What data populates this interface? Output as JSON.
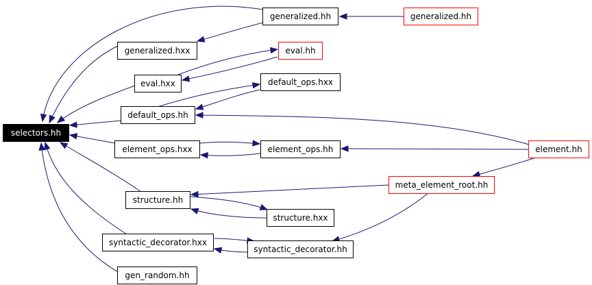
{
  "nodes": [
    {
      "id": "selectors_hh",
      "label": "selectors.hh",
      "kind": "root"
    },
    {
      "id": "generalized_hh",
      "label": "generalized.hh",
      "kind": "local"
    },
    {
      "id": "generalized_hh_ext",
      "label": "generalized.hh",
      "kind": "external"
    },
    {
      "id": "generalized_hxx",
      "label": "generalized.hxx",
      "kind": "local"
    },
    {
      "id": "eval_hh",
      "label": "eval.hh",
      "kind": "external"
    },
    {
      "id": "eval_hxx",
      "label": "eval.hxx",
      "kind": "local"
    },
    {
      "id": "default_ops_hxx",
      "label": "default_ops.hxx",
      "kind": "local"
    },
    {
      "id": "default_ops_hh",
      "label": "default_ops.hh",
      "kind": "local"
    },
    {
      "id": "element_ops_hxx",
      "label": "element_ops.hxx",
      "kind": "local"
    },
    {
      "id": "element_ops_hh",
      "label": "element_ops.hh",
      "kind": "local"
    },
    {
      "id": "element_hh",
      "label": "element.hh",
      "kind": "external"
    },
    {
      "id": "meta_element_root_hh",
      "label": "meta_element_root.hh",
      "kind": "external"
    },
    {
      "id": "structure_hh",
      "label": "structure.hh",
      "kind": "local"
    },
    {
      "id": "structure_hxx",
      "label": "structure.hxx",
      "kind": "local"
    },
    {
      "id": "syntactic_decorator_hxx",
      "label": "syntactic_decorator.hxx",
      "kind": "local"
    },
    {
      "id": "syntactic_decorator_hh",
      "label": "syntactic_decorator.hh",
      "kind": "local"
    },
    {
      "id": "gen_random_hh",
      "label": "gen_random.hh",
      "kind": "local"
    }
  ],
  "edges": [
    {
      "from": "generalized_hh",
      "to": "selectors_hh"
    },
    {
      "from": "generalized_hh",
      "to": "generalized_hxx"
    },
    {
      "from": "generalized_hh_ext",
      "to": "generalized_hh"
    },
    {
      "from": "generalized_hxx",
      "to": "selectors_hh"
    },
    {
      "from": "eval_hh",
      "to": "eval_hxx"
    },
    {
      "from": "eval_hxx",
      "to": "eval_hh"
    },
    {
      "from": "eval_hxx",
      "to": "selectors_hh"
    },
    {
      "from": "default_ops_hh",
      "to": "default_ops_hxx"
    },
    {
      "from": "default_ops_hxx",
      "to": "default_ops_hh"
    },
    {
      "from": "default_ops_hh",
      "to": "selectors_hh"
    },
    {
      "from": "element_ops_hxx",
      "to": "selectors_hh"
    },
    {
      "from": "element_ops_hxx",
      "to": "element_ops_hh"
    },
    {
      "from": "element_ops_hh",
      "to": "element_ops_hxx"
    },
    {
      "from": "element_hh",
      "to": "element_ops_hh"
    },
    {
      "from": "element_hh",
      "to": "default_ops_hh"
    },
    {
      "from": "element_hh",
      "to": "meta_element_root_hh"
    },
    {
      "from": "meta_element_root_hh",
      "to": "structure_hh"
    },
    {
      "from": "meta_element_root_hh",
      "to": "syntactic_decorator_hh"
    },
    {
      "from": "structure_hh",
      "to": "selectors_hh"
    },
    {
      "from": "structure_hh",
      "to": "structure_hxx"
    },
    {
      "from": "structure_hxx",
      "to": "structure_hh"
    },
    {
      "from": "syntactic_decorator_hxx",
      "to": "selectors_hh"
    },
    {
      "from": "syntactic_decorator_hxx",
      "to": "syntactic_decorator_hh"
    },
    {
      "from": "syntactic_decorator_hh",
      "to": "syntactic_decorator_hxx"
    },
    {
      "from": "gen_random_hh",
      "to": "selectors_hh"
    }
  ],
  "colors": {
    "edge": "#191970",
    "node_border": "#000000",
    "external_border": "#ff0000",
    "root_fill": "#000000",
    "root_text": "#ffffff"
  }
}
